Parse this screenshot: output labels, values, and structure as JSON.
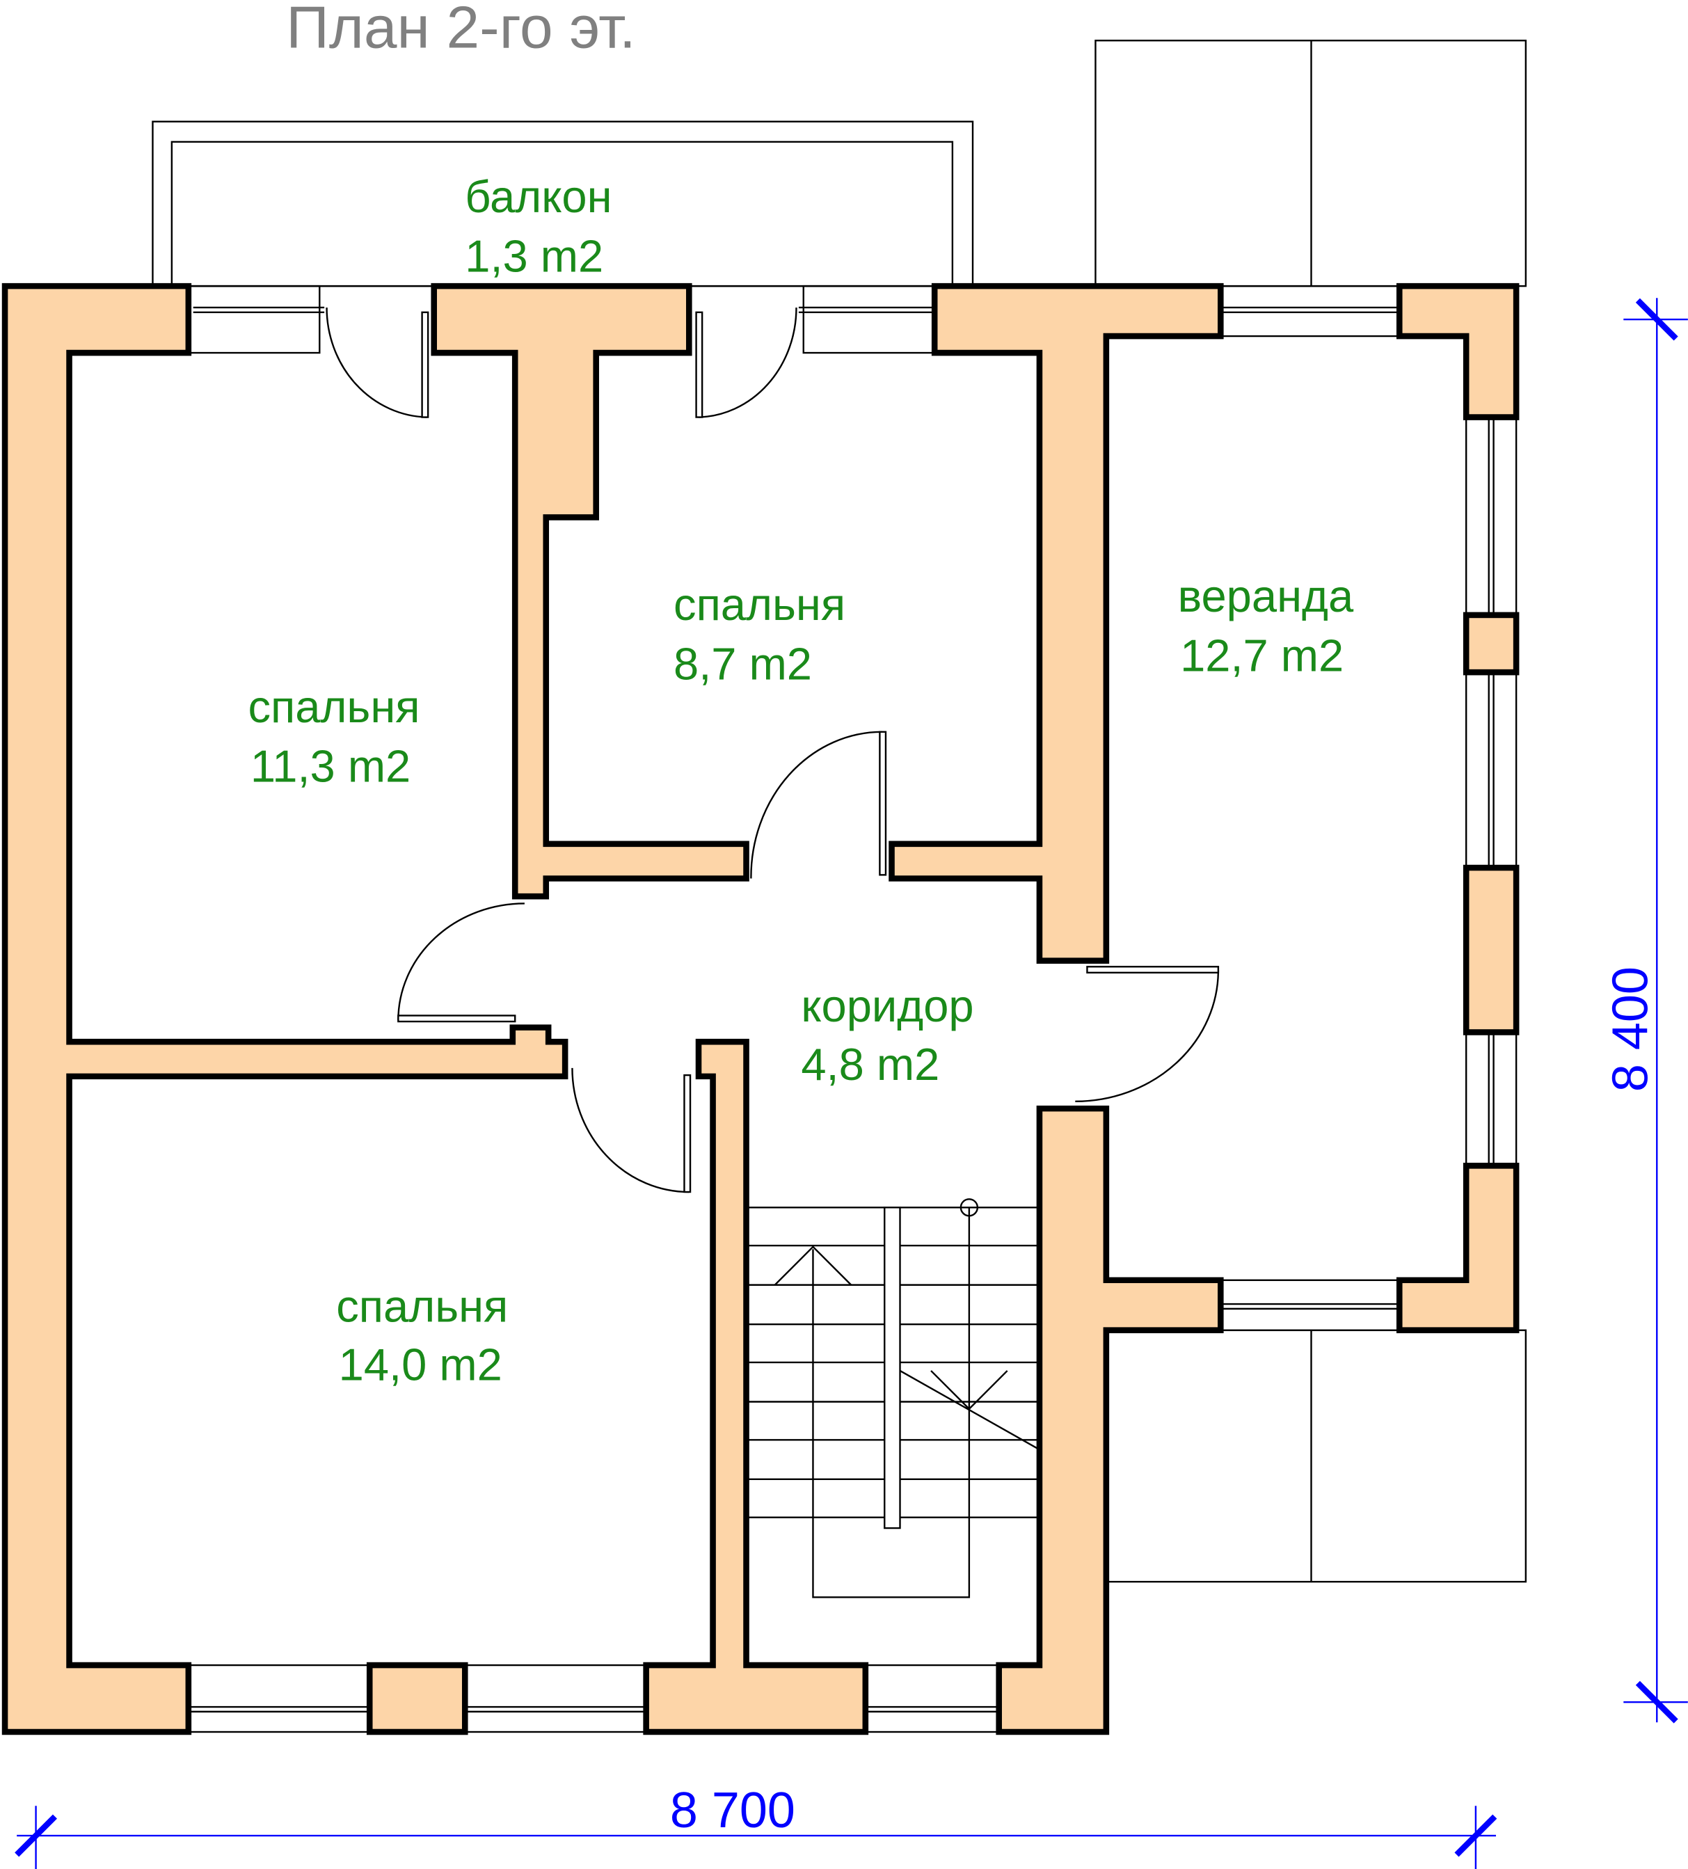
{
  "title": "План 2-го эт.",
  "colors": {
    "wall": "#FDD5A8",
    "label": "#1a8a1a",
    "dimension": "#0000ff",
    "title": "#808080"
  },
  "rooms": [
    {
      "name": "балкон",
      "area": "1,3 m2"
    },
    {
      "name": "спальня",
      "area": "8,7 m2"
    },
    {
      "name": "веранда",
      "area": "12,7 m2"
    },
    {
      "name": "спальня",
      "area": "11,3 m2"
    },
    {
      "name": "коридор",
      "area": "4,8 m2"
    },
    {
      "name": "спальня",
      "area": "14,0 m2"
    }
  ],
  "dimensions": {
    "width": "8 700",
    "height": "8 400"
  }
}
